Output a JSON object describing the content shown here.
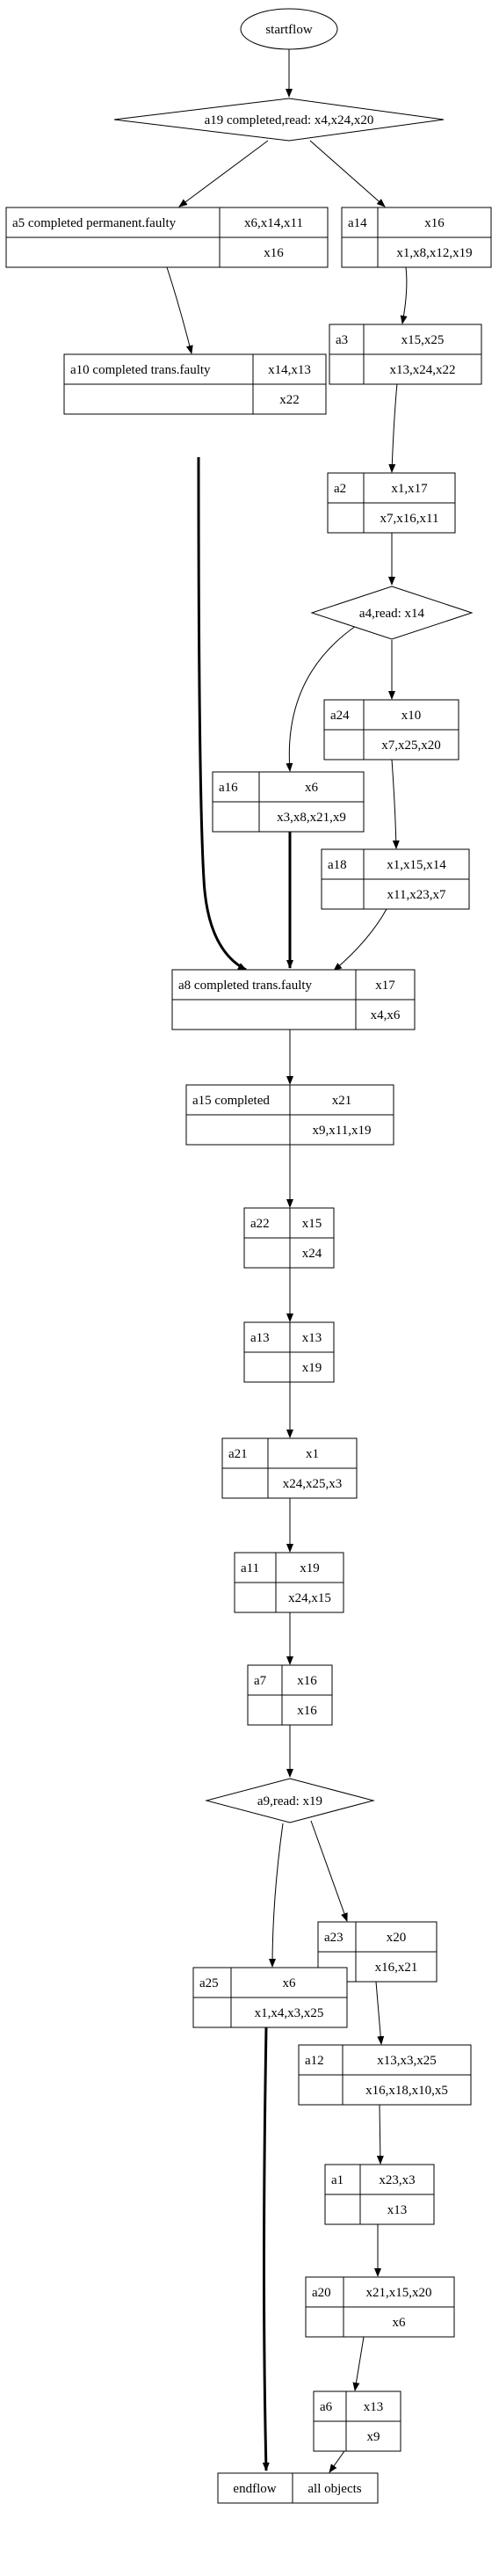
{
  "start": "startflow",
  "end": {
    "label": "endflow",
    "value": "all objects"
  },
  "decisions": {
    "d19": "a19 completed,read: x4,x24,x20",
    "d4": "a4,read: x14",
    "d9": "a9,read: x19"
  },
  "nodes": {
    "a5": {
      "label": "a5 completed permanent.faulty",
      "top": "x6,x14,x11",
      "bottom": "x16"
    },
    "a14": {
      "label": "a14",
      "top": "x16",
      "bottom": "x1,x8,x12,x19"
    },
    "a3": {
      "label": "a3",
      "top": "x15,x25",
      "bottom": "x13,x24,x22"
    },
    "a10": {
      "label": "a10 completed trans.faulty",
      "top": "x14,x13",
      "bottom": "x22"
    },
    "a2": {
      "label": "a2",
      "top": "x1,x17",
      "bottom": "x7,x16,x11"
    },
    "a24": {
      "label": "a24",
      "top": "x10",
      "bottom": "x7,x25,x20"
    },
    "a16": {
      "label": "a16",
      "top": "x6",
      "bottom": "x3,x8,x21,x9"
    },
    "a18": {
      "label": "a18",
      "top": "x1,x15,x14",
      "bottom": "x11,x23,x7"
    },
    "a8": {
      "label": "a8 completed trans.faulty",
      "top": "x17",
      "bottom": "x4,x6"
    },
    "a15": {
      "label": "a15 completed",
      "top": "x21",
      "bottom": "x9,x11,x19"
    },
    "a22": {
      "label": "a22",
      "top": "x15",
      "bottom": "x24"
    },
    "a13": {
      "label": "a13",
      "top": "x13",
      "bottom": "x19"
    },
    "a21": {
      "label": "a21",
      "top": "x1",
      "bottom": "x24,x25,x3"
    },
    "a11": {
      "label": "a11",
      "top": "x19",
      "bottom": "x24,x15"
    },
    "a7": {
      "label": "a7",
      "top": "x16",
      "bottom": "x16"
    },
    "a23": {
      "label": "a23",
      "top": "x20",
      "bottom": "x16,x21"
    },
    "a25": {
      "label": "a25",
      "top": "x6",
      "bottom": "x1,x4,x3,x25"
    },
    "a12": {
      "label": "a12",
      "top": "x13,x3,x25",
      "bottom": "x16,x18,x10,x5"
    },
    "a1": {
      "label": "a1",
      "top": "x23,x3",
      "bottom": "x13"
    },
    "a20": {
      "label": "a20",
      "top": "x21,x15,x20",
      "bottom": "x6"
    },
    "a6": {
      "label": "a6",
      "top": "x13",
      "bottom": "x9"
    }
  }
}
